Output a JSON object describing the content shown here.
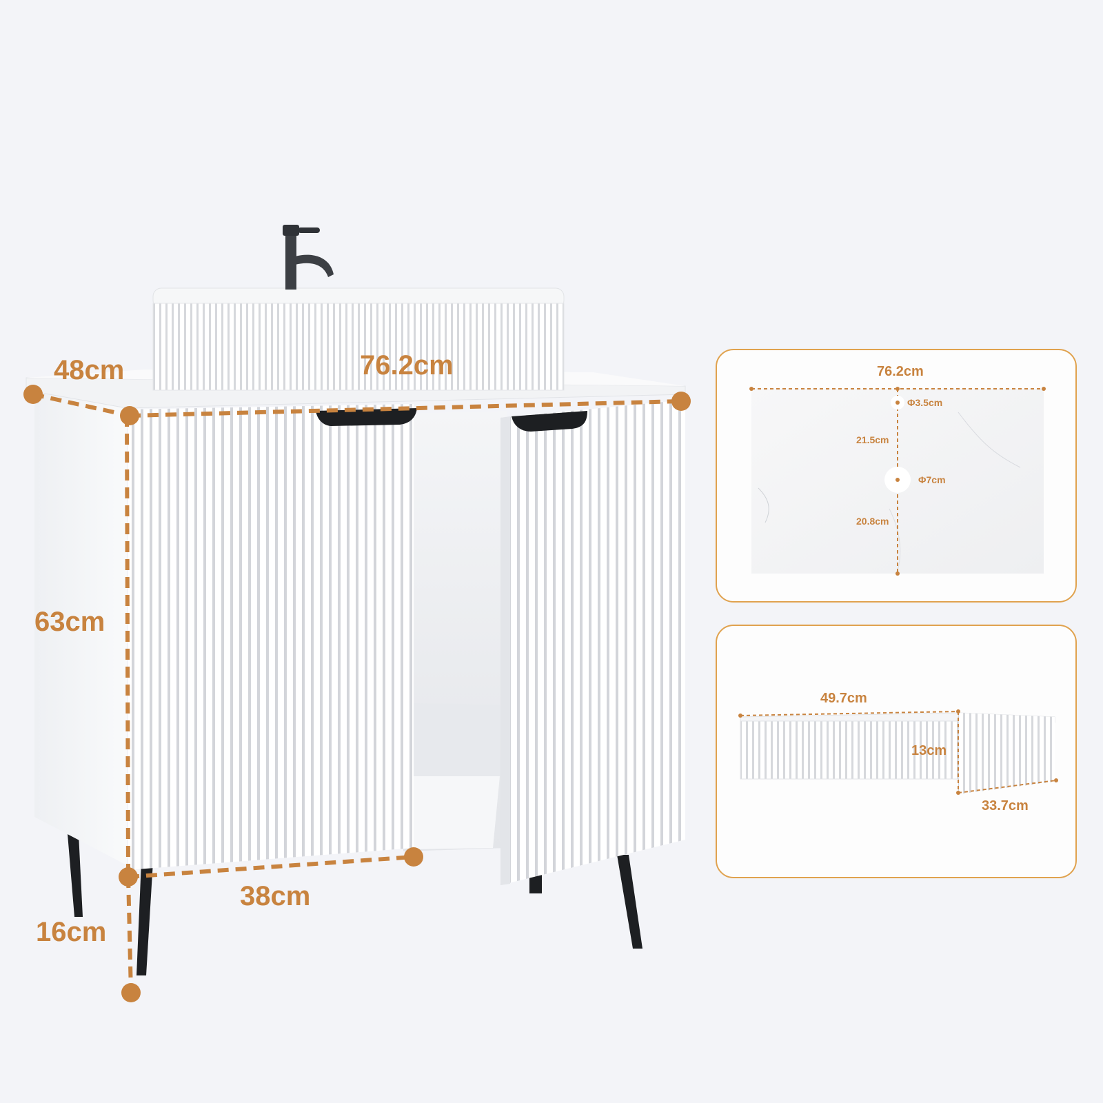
{
  "colors": {
    "accent": "#c8833f",
    "card_border": "#e0a24e",
    "background": "#f3f4f8",
    "cabinet": "#ffffff",
    "legs": "#1d1f22"
  },
  "main": {
    "depth_label": "48cm",
    "width_label": "76.2cm",
    "height_label": "63cm",
    "door_label": "38cm",
    "leg_label": "16cm"
  },
  "top_panel": {
    "width_label": "76.2cm",
    "small_hole_label": "Φ3.5cm",
    "upper_gap_label": "21.5cm",
    "large_hole_label": "Φ7cm",
    "lower_gap_label": "20.8cm"
  },
  "basin_panel": {
    "length_label": "49.7cm",
    "height_label": "13cm",
    "width_label": "33.7cm"
  }
}
